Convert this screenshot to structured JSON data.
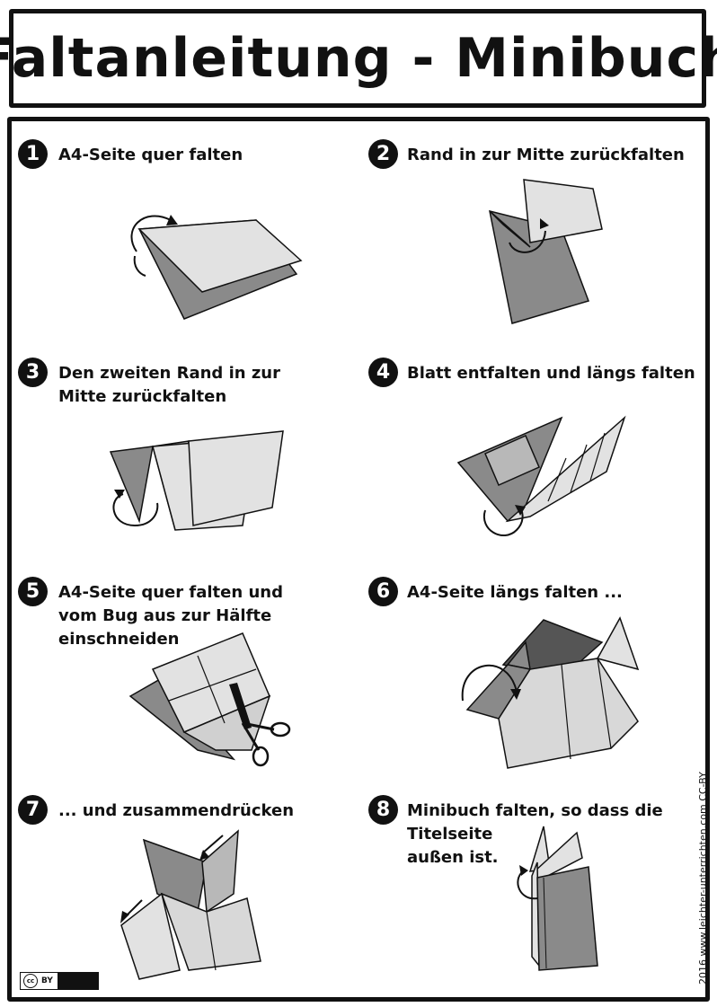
{
  "title": "Faltanleitung - Minibuch",
  "steps": [
    {
      "num": "1",
      "text": "A4-Seite quer falten"
    },
    {
      "num": "2",
      "text": "Rand in zur Mitte zurückfalten"
    },
    {
      "num": "3",
      "text": "Den zweiten Rand in zur\nMitte zurückfalten"
    },
    {
      "num": "4",
      "text": "Blatt entfalten und längs falten"
    },
    {
      "num": "5",
      "text": "A4-Seite quer falten und\nvom Bug aus zur Hälfte\neinschneiden"
    },
    {
      "num": "6",
      "text": "A4-Seite längs falten ..."
    },
    {
      "num": "7",
      "text": "... und zusammendrücken"
    },
    {
      "num": "8",
      "text": "Minibuch falten, so dass die\nTitelseite\naußen ist."
    }
  ],
  "footer": {
    "credit": "2016 www.leichter-unterrichten.com  CC-BY",
    "license_badge": "BY"
  },
  "colors": {
    "ink": "#111111",
    "paper_light": "#e2e2e2",
    "paper_mid": "#b8b8b8",
    "paper_dark": "#8a8a8a"
  }
}
